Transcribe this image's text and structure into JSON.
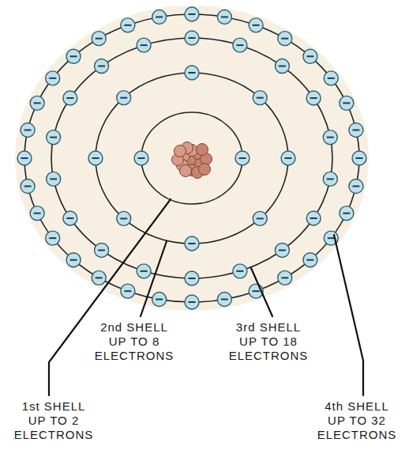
{
  "diagram": {
    "labels": [
      "2nd SHELL UP TO 8 ELECTRONS",
      "3rd SHELL UP TO 18 ELECTRONS",
      "1st SHELL UP TO 2 ELECTRONS",
      "4th SHELL UP TO 32 ELECTRONS"
    ]
  }
}
